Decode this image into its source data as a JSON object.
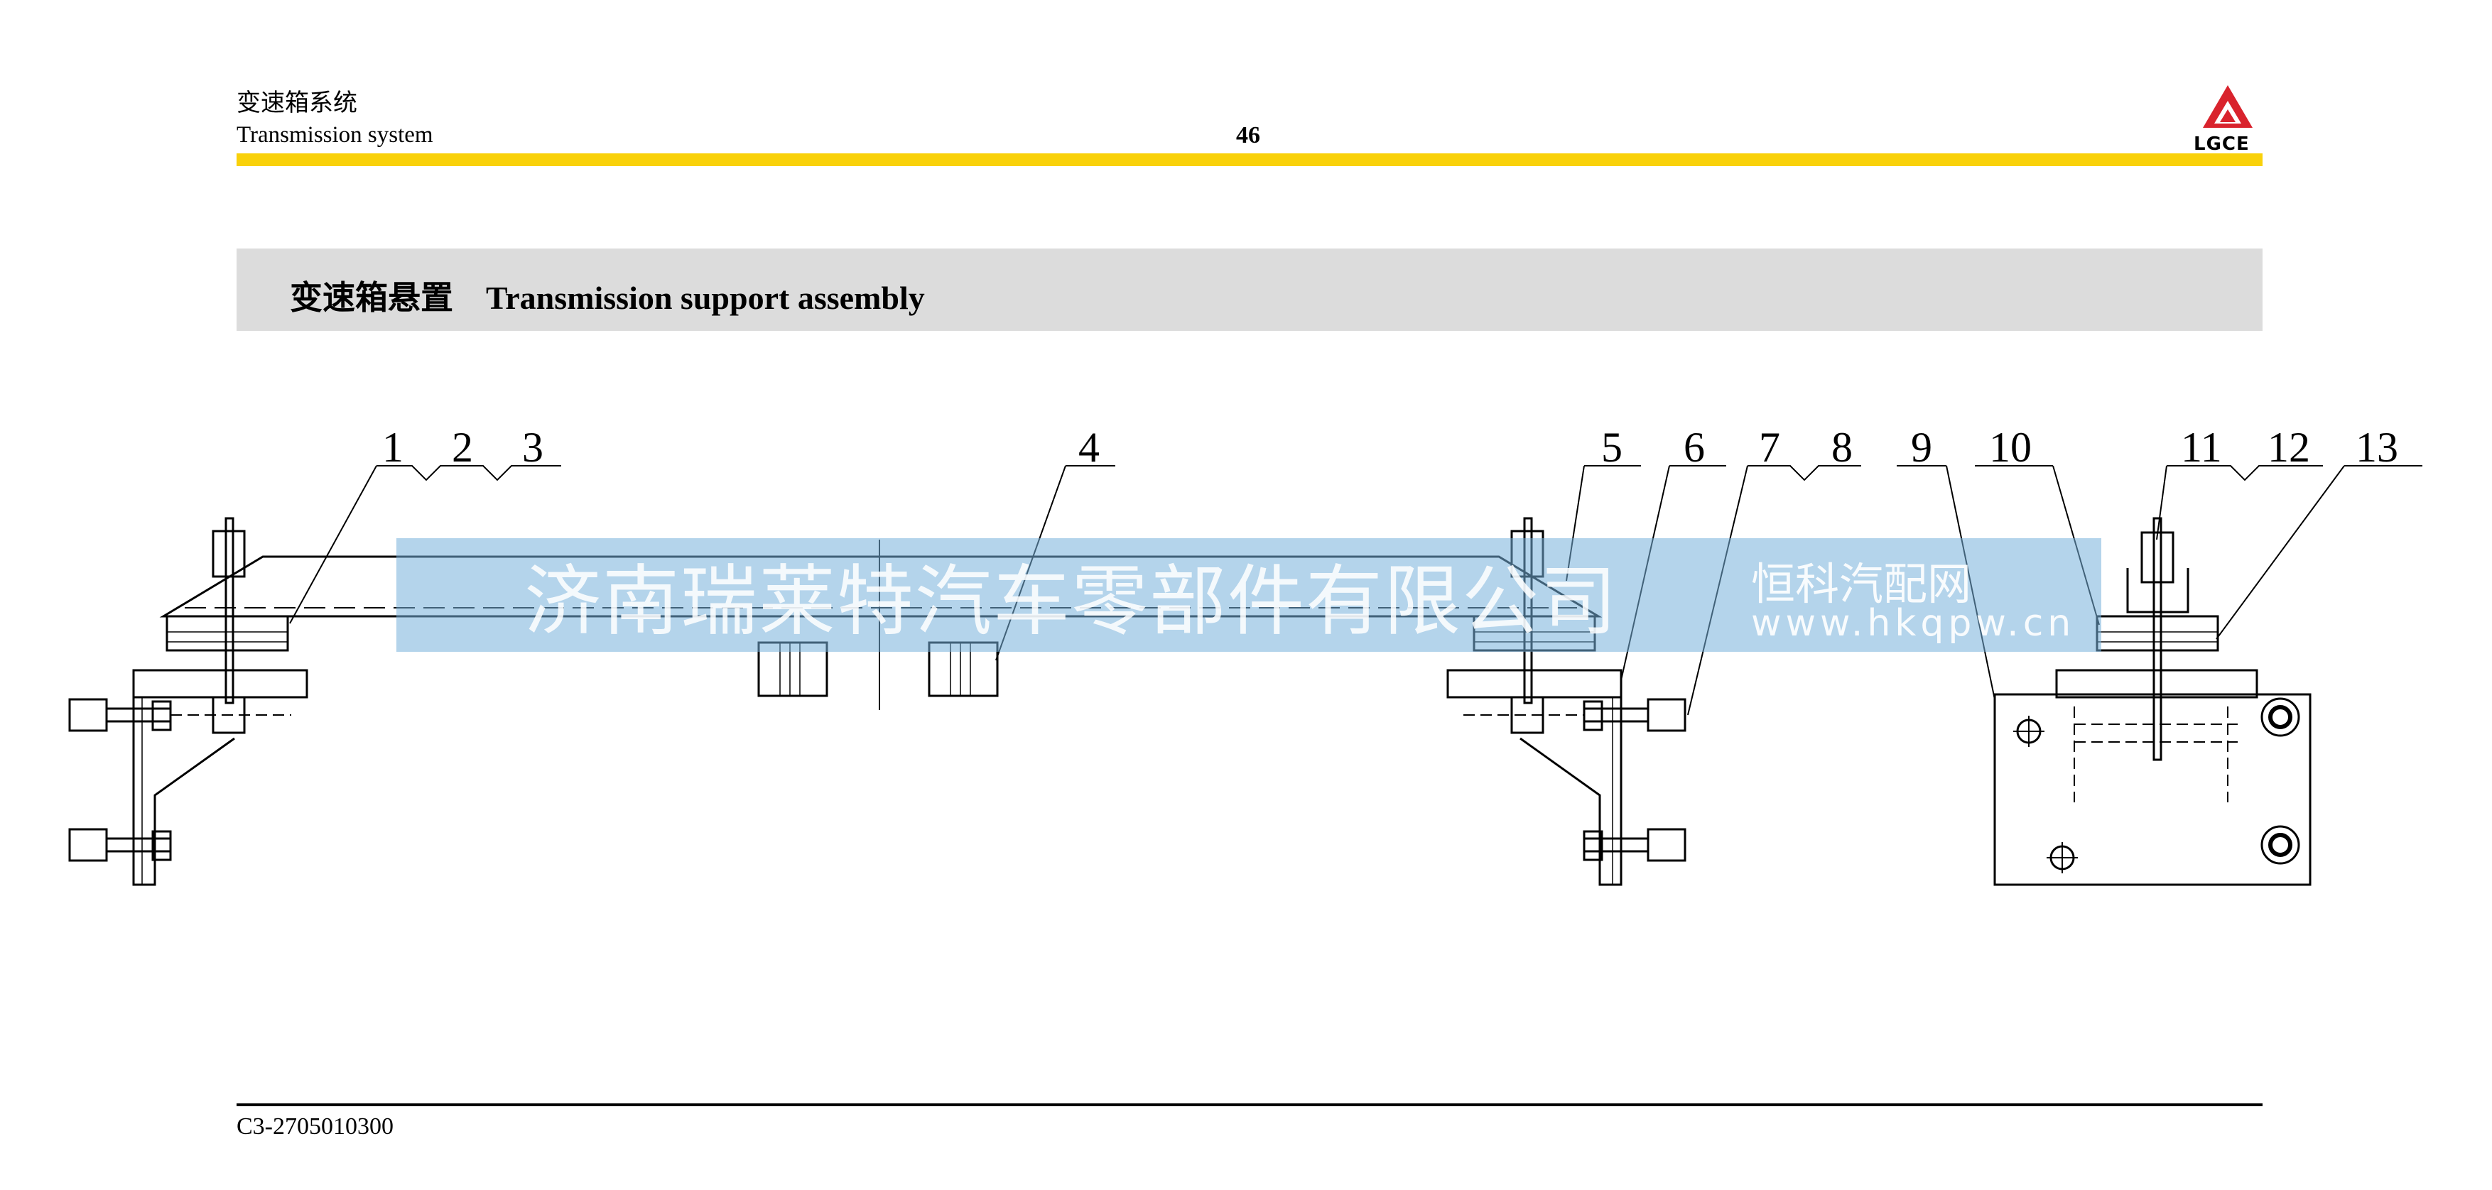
{
  "header": {
    "title_cn": "变速箱系统",
    "title_en": "Transmission system",
    "page_number": "46",
    "logo_text": "LGCE"
  },
  "section": {
    "title": "变速箱悬置    Transmission support assembly"
  },
  "callouts": [
    "1",
    "2",
    "3",
    "4",
    "5",
    "6",
    "7",
    "8",
    "9",
    "10",
    "11",
    "12",
    "13"
  ],
  "watermark": {
    "main": "济南瑞莱特汽车零部件有限公司",
    "right_line1": "恒科汽配网",
    "right_line2": "www.hkqpw.cn"
  },
  "footer": {
    "code": "C3-2705010300"
  },
  "colors": {
    "accent_bar": "#f9d10a",
    "section_bg": "#dcdcdc",
    "logo_red": "#d9232d",
    "watermark": "#76b0db"
  }
}
